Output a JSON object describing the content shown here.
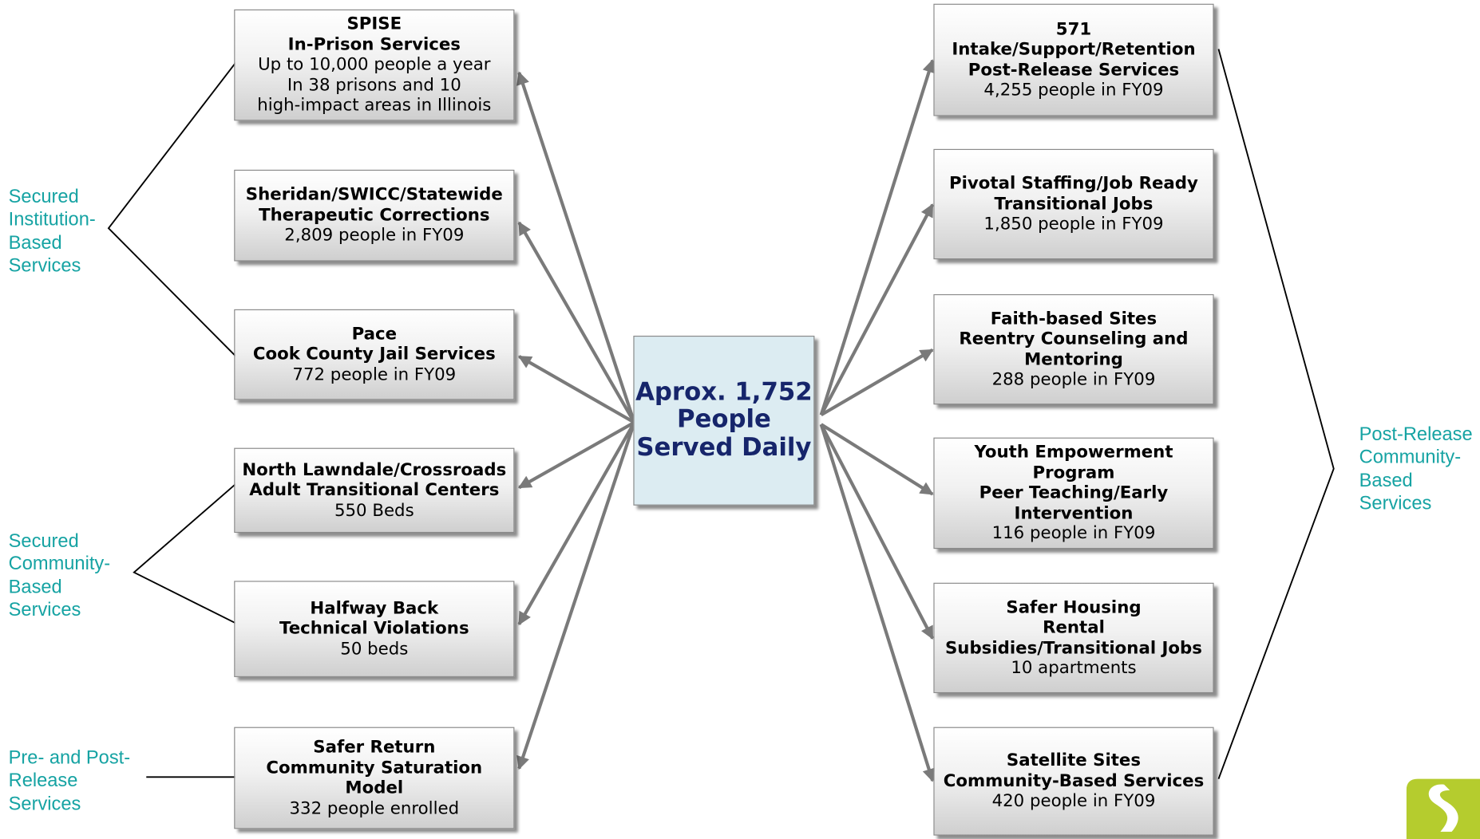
{
  "center": {
    "line1": "Aprox. 1,752",
    "line2": "People",
    "line3": "Served Daily"
  },
  "left_boxes": [
    {
      "title1": "SPISE",
      "title2": "In-Prison Services",
      "detail1": "Up to 10,000 people a year",
      "detail2": "In 38 prisons and 10",
      "detail3": "high-impact areas in Illinois"
    },
    {
      "title1": "Sheridan/SWICC/Statewide",
      "title2": "Therapeutic Corrections",
      "detail1": "2,809 people in FY09"
    },
    {
      "title1": "Pace",
      "title2": "Cook County Jail Services",
      "detail1": "772 people in FY09"
    },
    {
      "title1": "North Lawndale/Crossroads",
      "title2": "Adult Transitional Centers",
      "detail1": "550 Beds"
    },
    {
      "title1": "Halfway Back",
      "title2": "Technical Violations",
      "detail1": "50 beds"
    },
    {
      "title1": "Safer Return",
      "title2": "Community Saturation",
      "title3": "Model",
      "detail1": "332 people enrolled"
    }
  ],
  "right_boxes": [
    {
      "title1": "571",
      "title2": "Intake/Support/Retention",
      "title3": "Post-Release Services",
      "detail1": "4,255 people in FY09"
    },
    {
      "title1": "Pivotal Staffing/Job Ready",
      "title2": "Transitional Jobs",
      "detail1": "1,850 people in FY09"
    },
    {
      "title1": "Faith-based Sites",
      "title2": "Reentry Counseling and",
      "title3": "Mentoring",
      "detail1": "288 people in FY09"
    },
    {
      "title1": "Youth Empowerment",
      "title2": "Program",
      "title3": "Peer Teaching/Early",
      "title4": "Intervention",
      "detail1": "116 people in FY09"
    },
    {
      "title1": "Safer Housing",
      "title2": "Rental",
      "title3": "Subsidies/Transitional Jobs",
      "detail1": "10 apartments"
    },
    {
      "title1": "Satellite Sites",
      "title2": "Community-Based Services",
      "detail1": "420 people in FY09"
    }
  ],
  "group_labels": {
    "institution": [
      "Secured",
      "Institution-",
      "Based",
      "Services"
    ],
    "community": [
      "Secured",
      "Community-",
      "Based",
      "Services"
    ],
    "pre_post": [
      "Pre- and Post-",
      "Release",
      "Services"
    ],
    "post_release": [
      "Post-Release",
      "Community-",
      "Based",
      "Services"
    ]
  },
  "colors": {
    "label_teal": "#16a3a3",
    "center_text_navy": "#16256b",
    "center_fill": "#dcecf2",
    "arrow_gray": "#7a7a7a",
    "logo_green": "#b5cc2e"
  },
  "logo": {
    "icon": "logo-s-icon"
  }
}
